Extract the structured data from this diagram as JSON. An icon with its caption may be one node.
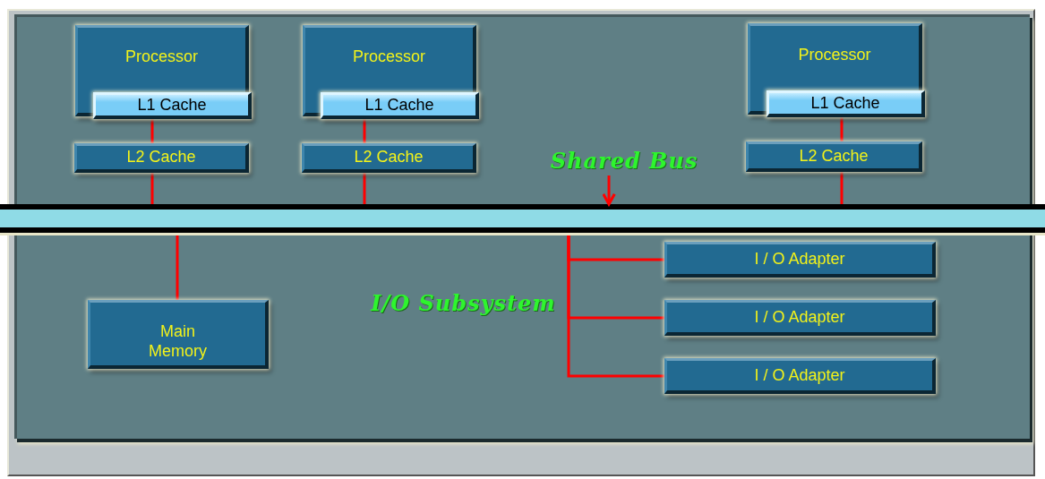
{
  "diagram": {
    "nodes": [
      {
        "text": [
          "Processor"
        ]
      },
      {
        "text": [
          "L1 Cache"
        ],
        "in": 0
      },
      {
        "text": [
          "L2 Cache"
        ]
      },
      {
        "text": [
          "Processor"
        ]
      },
      {
        "text": [
          "L1 Cache"
        ],
        "in": 3
      },
      {
        "text": [
          "L2 Cache"
        ]
      },
      {
        "text": [
          "Processor"
        ]
      },
      {
        "text": [
          "L1 Cache"
        ],
        "in": 6
      },
      {
        "text": [
          "L2 Cache"
        ]
      },
      {
        "text": [],
        "shape": "bar"
      },
      {
        "text": [
          "Shared Bus"
        ]
      },
      {
        "text": [
          "Main Memory"
        ]
      },
      {
        "text": [
          "I / O Adapter"
        ]
      },
      {
        "text": [
          "I / O Adapter"
        ]
      },
      {
        "text": [
          "I / O Adapter"
        ]
      }
    ],
    "edges": [
      {
        "from": 1,
        "to": 2,
        "arrow": "none"
      },
      {
        "from": 2,
        "to": 9,
        "arrow": "none"
      },
      {
        "from": 4,
        "to": 5,
        "arrow": "none"
      },
      {
        "from": 5,
        "to": 9,
        "arrow": "none"
      },
      {
        "from": 7,
        "to": 8,
        "arrow": "none"
      },
      {
        "from": 8,
        "to": 9,
        "arrow": "none"
      },
      {
        "from": 10,
        "to": 9,
        "arrow": "to"
      },
      {
        "from": 9,
        "to": 11,
        "arrow": "none"
      },
      {
        "from": 9,
        "to": 12,
        "arrow": "none"
      },
      {
        "from": 9,
        "to": 13,
        "arrow": "none"
      },
      {
        "from": 9,
        "to": 14,
        "arrow": "none"
      }
    ],
    "labels": [
      "I/O Subsystem"
    ]
  }
}
